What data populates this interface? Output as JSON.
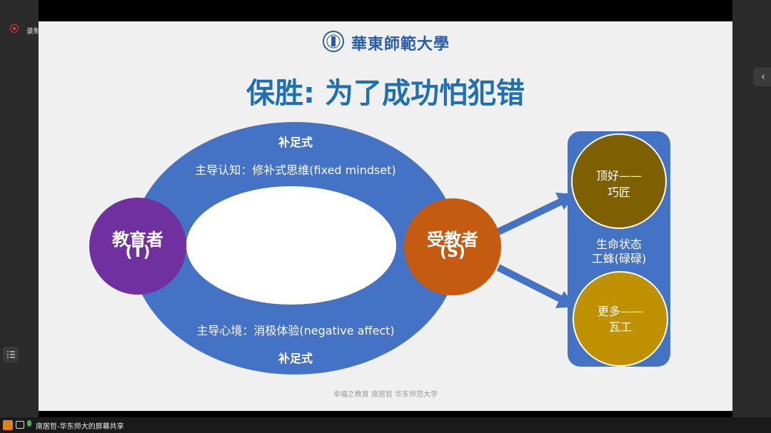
{
  "recording": {
    "label": "录制中"
  },
  "status_bar": {
    "share_label": "席居哲-华东师大的屏幕共享"
  },
  "slide": {
    "logo_text": "華東師範大學",
    "title": "保胜: 为了成功怕犯错",
    "ring": {
      "top_label": "补足式",
      "top_line": "主导认知：修补式思维(fixed mindset)",
      "bottom_line": "主导心境：消极体验(negative affect)",
      "bottom_label": "补足式"
    },
    "educator": {
      "name": "教育者",
      "code": "(T)"
    },
    "learner": {
      "name": "受教者",
      "code": "(S)"
    },
    "panel": {
      "top_circle": {
        "line1": "顶好——",
        "line2": "巧匠"
      },
      "middle_text": {
        "line1": "生命状态",
        "line2": "工蜂(碌碌)"
      },
      "bottom_circle": {
        "line1": "更多——",
        "line2": "瓦工"
      }
    },
    "footer": "幸福之教育  席居哲  华东师范大学"
  },
  "colors": {
    "title": "#1f6fb5",
    "ring": "#4472c4",
    "educator": "#7030a0",
    "learner": "#c55a11",
    "panel": "#4472c4",
    "top_circle": "#7f6000",
    "bottom_circle": "#bf9000"
  },
  "icons": [
    "record-icon",
    "collapse-arrow-icon",
    "list-icon",
    "user-icon",
    "screen-share-icon",
    "microphone-icon",
    "university-logo-icon"
  ]
}
